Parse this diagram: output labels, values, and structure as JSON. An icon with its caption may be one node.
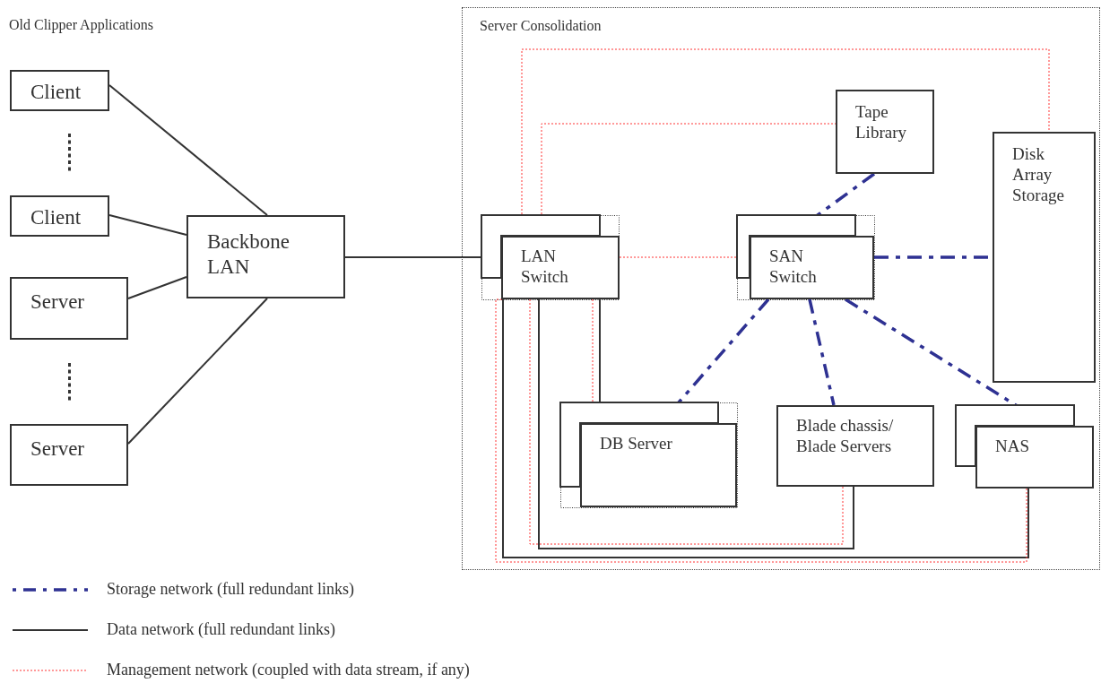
{
  "diagram": {
    "nodes": [
      {
        "text": [
          "Client"
        ]
      },
      {
        "text": [
          "Client"
        ]
      },
      {
        "text": [
          "Server"
        ]
      },
      {
        "text": [
          "Server"
        ]
      },
      {
        "text": [
          "Backbone LAN"
        ]
      },
      {
        "text": [
          "Server Consolidation"
        ]
      },
      {
        "text": [
          "Tape Library"
        ],
        "in": 5
      },
      {
        "text": [
          "Disk Array Storage"
        ],
        "in": 5
      },
      {
        "text": [
          "LAN Switch"
        ],
        "in": 5
      },
      {
        "text": [
          "SAN Switch"
        ],
        "in": 5
      },
      {
        "text": [
          "DB Server"
        ],
        "in": 5
      },
      {
        "text": [
          "Blade chassis/ Blade Servers"
        ],
        "in": 5
      },
      {
        "text": [
          "NAS"
        ],
        "in": 5
      }
    ],
    "edges": [
      {
        "from": 0,
        "to": 4,
        "arrow": "none"
      },
      {
        "from": 1,
        "to": 4,
        "arrow": "none"
      },
      {
        "from": 2,
        "to": 4,
        "arrow": "none"
      },
      {
        "from": 3,
        "to": 4,
        "arrow": "none"
      },
      {
        "from": 4,
        "to": 8,
        "arrow": "none"
      },
      {
        "from": 8,
        "to": 12,
        "arrow": "none"
      },
      {
        "from": 8,
        "to": 11,
        "arrow": "none"
      },
      {
        "from": 8,
        "to": 10,
        "arrow": "none"
      },
      {
        "from": 8,
        "to": 7,
        "arrow": "none",
        "style": "dashed",
        "color": "#ff3333"
      },
      {
        "from": 8,
        "to": 6,
        "arrow": "none",
        "style": "dashed",
        "color": "#ff3333"
      },
      {
        "from": 8,
        "to": 9,
        "arrow": "none",
        "style": "dashed",
        "color": "#ff3333"
      },
      {
        "from": 8,
        "to": 12,
        "arrow": "none",
        "style": "dashed",
        "color": "#ff3333"
      },
      {
        "from": 8,
        "to": 11,
        "arrow": "none",
        "style": "dashed",
        "color": "#ff3333"
      },
      {
        "from": 8,
        "to": 10,
        "arrow": "none",
        "style": "dashed",
        "color": "#ff3333"
      },
      {
        "from": 6,
        "to": 9,
        "arrow": "none",
        "style": "dashed",
        "color": "#2e3192"
      },
      {
        "from": 9,
        "to": 7,
        "arrow": "none",
        "style": "dashed",
        "color": "#2e3192"
      },
      {
        "from": 9,
        "to": 10,
        "arrow": "none",
        "style": "dashed",
        "color": "#2e3192"
      },
      {
        "from": 9,
        "to": 11,
        "arrow": "none",
        "style": "dashed",
        "color": "#2e3192"
      },
      {
        "from": 9,
        "to": 12,
        "arrow": "none",
        "style": "dashed",
        "color": "#2e3192"
      }
    ],
    "labels": [
      "Old Clipper Applications"
    ],
    "legend": [
      {
        "text": "Storage network (full redundant links)"
      },
      {
        "text": "Data network (full redundant links)"
      },
      {
        "text": "Management network (coupled with data stream, if any)"
      }
    ]
  }
}
